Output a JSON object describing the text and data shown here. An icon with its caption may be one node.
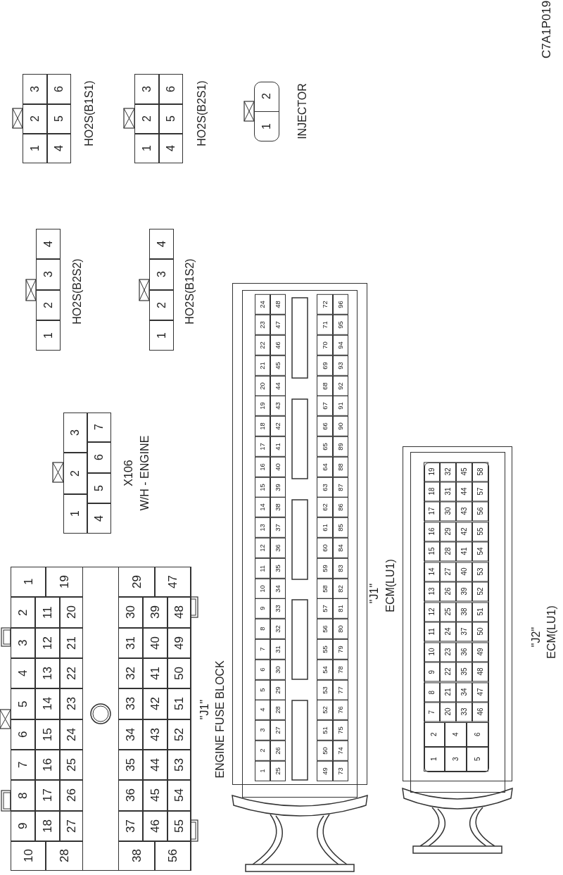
{
  "diagram": {
    "nodes": [
      {
        "text": [
          "1",
          "2",
          "3",
          "4",
          "5",
          "6"
        ],
        "beside": [
          "HO2S(B1S1)"
        ]
      },
      {
        "text": [
          "1",
          "2",
          "3",
          "4",
          "5",
          "6"
        ],
        "beside": [
          "HO2S(B2S1)"
        ]
      },
      {
        "text": [
          "1",
          "2"
        ],
        "beside": [
          "INJECTOR"
        ]
      },
      {
        "text": [
          "1",
          "2",
          "3",
          "4"
        ],
        "beside": [
          "HO2S(B2S2)"
        ]
      },
      {
        "text": [
          "1",
          "2",
          "3",
          "4"
        ],
        "beside": [
          "HO2S(B1S2)"
        ]
      },
      {
        "text": [
          "1",
          "2",
          "3",
          "4",
          "5",
          "6",
          "7"
        ],
        "beside": [
          "X106",
          "W/H - ENGINE"
        ]
      },
      {
        "text": [
          "1",
          "2",
          "3",
          "4",
          "5",
          "6",
          "7",
          "8",
          "9",
          "10",
          "11",
          "12",
          "13",
          "14",
          "15",
          "16",
          "17",
          "18",
          "19",
          "20",
          "21",
          "22",
          "23",
          "24",
          "25",
          "26",
          "27",
          "28",
          "29",
          "30",
          "31",
          "32",
          "33",
          "34",
          "35",
          "36",
          "37",
          "38",
          "39",
          "40",
          "41",
          "42",
          "43",
          "44",
          "45",
          "46",
          "47",
          "48",
          "49",
          "50",
          "51",
          "52",
          "53",
          "54",
          "55",
          "56"
        ],
        "beside": [
          "\"J1\"",
          "ENGINE FUSE BLOCK"
        ]
      },
      {
        "text": [
          "1",
          "2",
          "3",
          "4",
          "5",
          "6",
          "7",
          "8",
          "9",
          "10",
          "11",
          "12",
          "13",
          "14",
          "15",
          "16",
          "17",
          "18",
          "19",
          "20",
          "21",
          "22",
          "23",
          "24",
          "25",
          "26",
          "27",
          "28",
          "29",
          "30",
          "31",
          "32",
          "33",
          "34",
          "35",
          "36",
          "37",
          "38",
          "39",
          "40",
          "41",
          "42",
          "43",
          "44",
          "45",
          "46",
          "47",
          "48",
          "49",
          "50",
          "51",
          "52",
          "53",
          "54",
          "55",
          "56",
          "57",
          "58",
          "59",
          "60",
          "61",
          "62",
          "63",
          "64",
          "65",
          "66",
          "67",
          "68",
          "69",
          "70",
          "71",
          "72",
          "73",
          "74",
          "75",
          "76",
          "77",
          "78",
          "79",
          "80",
          "81",
          "82",
          "83",
          "84",
          "85",
          "86",
          "87",
          "88",
          "89",
          "90",
          "91",
          "92",
          "93",
          "94",
          "95",
          "96"
        ],
        "beside": [
          "\"J1\"",
          "ECM(LU1)"
        ]
      },
      {
        "text": [
          "1",
          "2",
          "3",
          "4",
          "5",
          "6",
          "7",
          "8",
          "9",
          "10",
          "11",
          "12",
          "13",
          "14",
          "15",
          "16",
          "17",
          "18",
          "19",
          "20",
          "21",
          "22",
          "23",
          "24",
          "25",
          "26",
          "27",
          "28",
          "29",
          "30",
          "31",
          "32",
          "33",
          "34",
          "35",
          "36",
          "37",
          "38",
          "39",
          "40",
          "41",
          "42",
          "43",
          "44",
          "45",
          "46",
          "47",
          "48",
          "49",
          "50",
          "51",
          "52",
          "53",
          "54",
          "55",
          "56",
          "57",
          "58"
        ],
        "beside": [
          "\"J2\"",
          "ECM(LU1)"
        ]
      }
    ],
    "labels": [
      "C7A1P019"
    ]
  }
}
